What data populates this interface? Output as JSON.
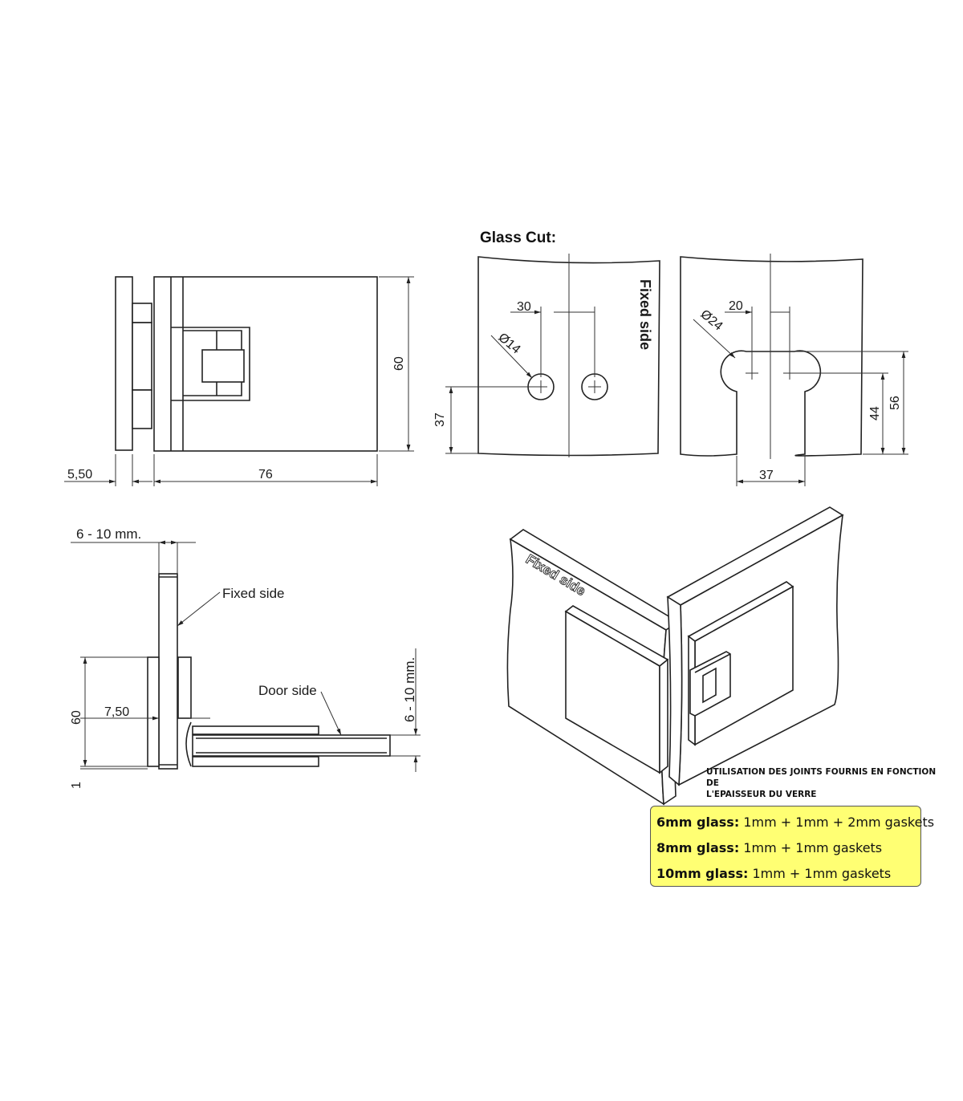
{
  "title": "Glass Cut:",
  "front_view": {
    "dim_height": "60",
    "dim_width": "76",
    "dim_thickness": "5,50"
  },
  "fixed_cut": {
    "dim_spacing": "30",
    "dim_hole_diameter": "Ø14",
    "dim_hole_height": "37",
    "engraving": "Fixed side"
  },
  "door_cut": {
    "dim_spacing": "20",
    "dim_notch_diameter": "Ø24",
    "dim_hole_height": "44",
    "dim_notch_height": "56",
    "dim_notch_width": "37"
  },
  "top_view": {
    "dim_glass_thickness_top": "6 - 10 mm.",
    "label_fixed_side": "Fixed side",
    "label_door_side": "Door side",
    "dim_offset": "7,50",
    "dim_height": "60",
    "dim_gap": "1",
    "dim_glass_thickness_door": "6 - 10 mm."
  },
  "iso_view": {
    "engraving": "Fixed side"
  },
  "note": {
    "line1": "UTILISATION DES JOINTS FOURNIS EN FONCTION DE",
    "line2": "L'EPAISSEUR DU VERRE"
  },
  "gaskets": [
    {
      "glass": "6mm glass:",
      "spec": "1mm + 1mm + 2mm gaskets"
    },
    {
      "glass": "8mm glass:",
      "spec": "1mm + 1mm gaskets"
    },
    {
      "glass": "10mm glass:",
      "spec": "1mm + 1mm gaskets"
    }
  ]
}
